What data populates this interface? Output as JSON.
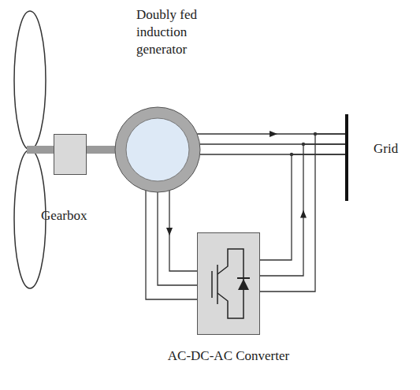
{
  "diagram": {
    "nodes": [
      {
        "text": [
          "Doubly fed induction generator"
        ]
      },
      {
        "text": [
          "Gearbox"
        ]
      },
      {
        "text": [
          "AC-DC-AC Converter"
        ]
      },
      {
        "text": [
          "Grid"
        ]
      }
    ],
    "edges": [
      {
        "from": 1,
        "to": 0,
        "arrow": "none"
      },
      {
        "from": 0,
        "to": 3,
        "arrow": "to"
      },
      {
        "from": 0,
        "to": 2,
        "arrow": "to"
      },
      {
        "from": 2,
        "to": 3,
        "arrow": "to"
      }
    ]
  }
}
